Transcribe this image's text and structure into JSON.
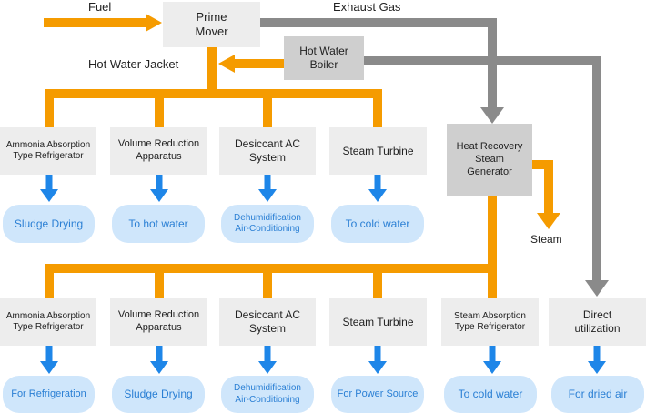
{
  "labels": {
    "fuel": "Fuel",
    "exhaust": "Exhaust Gas",
    "jacket": "Hot Water Jacket",
    "steam": "Steam"
  },
  "prime_mover": "Prime\nMover",
  "boiler": "Hot Water\nBoiler",
  "hrsg": "Heat Recovery\nSteam\nGenerator",
  "row1": [
    {
      "box": "Ammonia Absorption\nType Refrigerator",
      "out": "Sludge Drying"
    },
    {
      "box": "Volume Reduction\nApparatus",
      "out": "To hot water"
    },
    {
      "box": "Desiccant AC\nSystem",
      "out": "Dehumidification\nAir-Conditioning"
    },
    {
      "box": "Steam Turbine",
      "out": "To cold water"
    }
  ],
  "row2": [
    {
      "box": "Ammonia Absorption\nType Refrigerator",
      "out": "For Refrigeration"
    },
    {
      "box": "Volume Reduction\nApparatus",
      "out": "Sludge Drying"
    },
    {
      "box": "Desiccant AC\nSystem",
      "out": "Dehumidification\nAir-Conditioning"
    },
    {
      "box": "Steam Turbine",
      "out": "For Power Source"
    },
    {
      "box": "Steam Absorption\nType Refrigerator",
      "out": "To cold water"
    },
    {
      "box": "Direct\nutilization",
      "out": "For dried air"
    }
  ],
  "colors": {
    "hot": "#f59b00",
    "exhaust": "#8a8a8a",
    "flow_blue": "#1e86e8",
    "oval_fill": "#cfe6fb",
    "oval_text": "#2a7fd4"
  }
}
